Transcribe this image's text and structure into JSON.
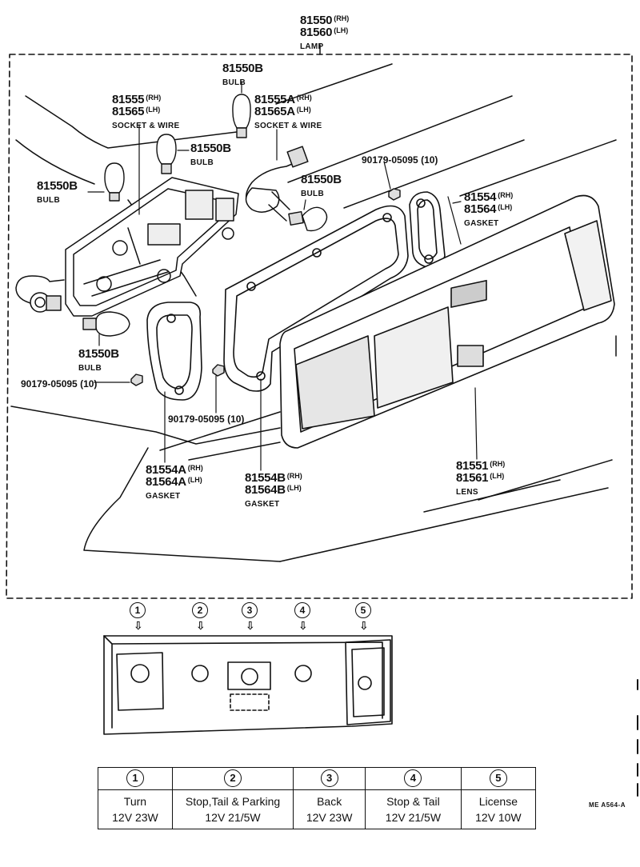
{
  "labels": {
    "lamp": {
      "lines": [
        [
          "81550",
          "(RH)"
        ],
        [
          "81560",
          "(LH)"
        ]
      ],
      "name": "LAMP"
    },
    "bulb_top": {
      "lines": [
        [
          "81550B",
          ""
        ]
      ],
      "name": "BULB"
    },
    "socket_l": {
      "lines": [
        [
          "81555",
          "(RH)"
        ],
        [
          "81565",
          "(LH)"
        ]
      ],
      "name": "SOCKET & WIRE"
    },
    "socket_r": {
      "lines": [
        [
          "81555A",
          "(RH)"
        ],
        [
          "81565A",
          "(LH)"
        ]
      ],
      "name": "SOCKET & WIRE"
    },
    "bulb_mid": {
      "lines": [
        [
          "81550B",
          ""
        ]
      ],
      "name": "BULB"
    },
    "bulb_left": {
      "lines": [
        [
          "81550B",
          ""
        ]
      ],
      "name": "BULB"
    },
    "bulb_right": {
      "lines": [
        [
          "81550B",
          ""
        ]
      ],
      "name": "BULB"
    },
    "bulb_low": {
      "lines": [
        [
          "81550B",
          ""
        ]
      ],
      "name": "BULB"
    },
    "nut_top": {
      "text": "90179-05095 (10)"
    },
    "nut_left": {
      "text": "90179-05095 (10)"
    },
    "nut_mid": {
      "text": "90179-05095 (10)"
    },
    "gasket_r": {
      "lines": [
        [
          "81554",
          "(RH)"
        ],
        [
          "81564",
          "(LH)"
        ]
      ],
      "name": "GASKET"
    },
    "gasket_a": {
      "lines": [
        [
          "81554A",
          "(RH)"
        ],
        [
          "81564A",
          "(LH)"
        ]
      ],
      "name": "GASKET"
    },
    "gasket_b": {
      "lines": [
        [
          "81554B",
          "(RH)"
        ],
        [
          "81564B",
          "(LH)"
        ]
      ],
      "name": "GASKET"
    },
    "lens": {
      "lines": [
        [
          "81551",
          "(RH)"
        ],
        [
          "81561",
          "(LH)"
        ]
      ],
      "name": "LENS"
    }
  },
  "positions": [
    "1",
    "2",
    "3",
    "4",
    "5"
  ],
  "spec_table": [
    {
      "num": "1",
      "function": "Turn",
      "rating": "12V 23W"
    },
    {
      "num": "2",
      "function": "Stop,Tail & Parking",
      "rating": "12V 21/5W"
    },
    {
      "num": "3",
      "function": "Back",
      "rating": "12V 23W"
    },
    {
      "num": "4",
      "function": "Stop & Tail",
      "rating": "12V 21/5W"
    },
    {
      "num": "5",
      "function": "License",
      "rating": "12V 10W"
    }
  ],
  "figure_code": "ME A564-A",
  "colors": {
    "ink": "#111111",
    "paper": "#ffffff"
  }
}
